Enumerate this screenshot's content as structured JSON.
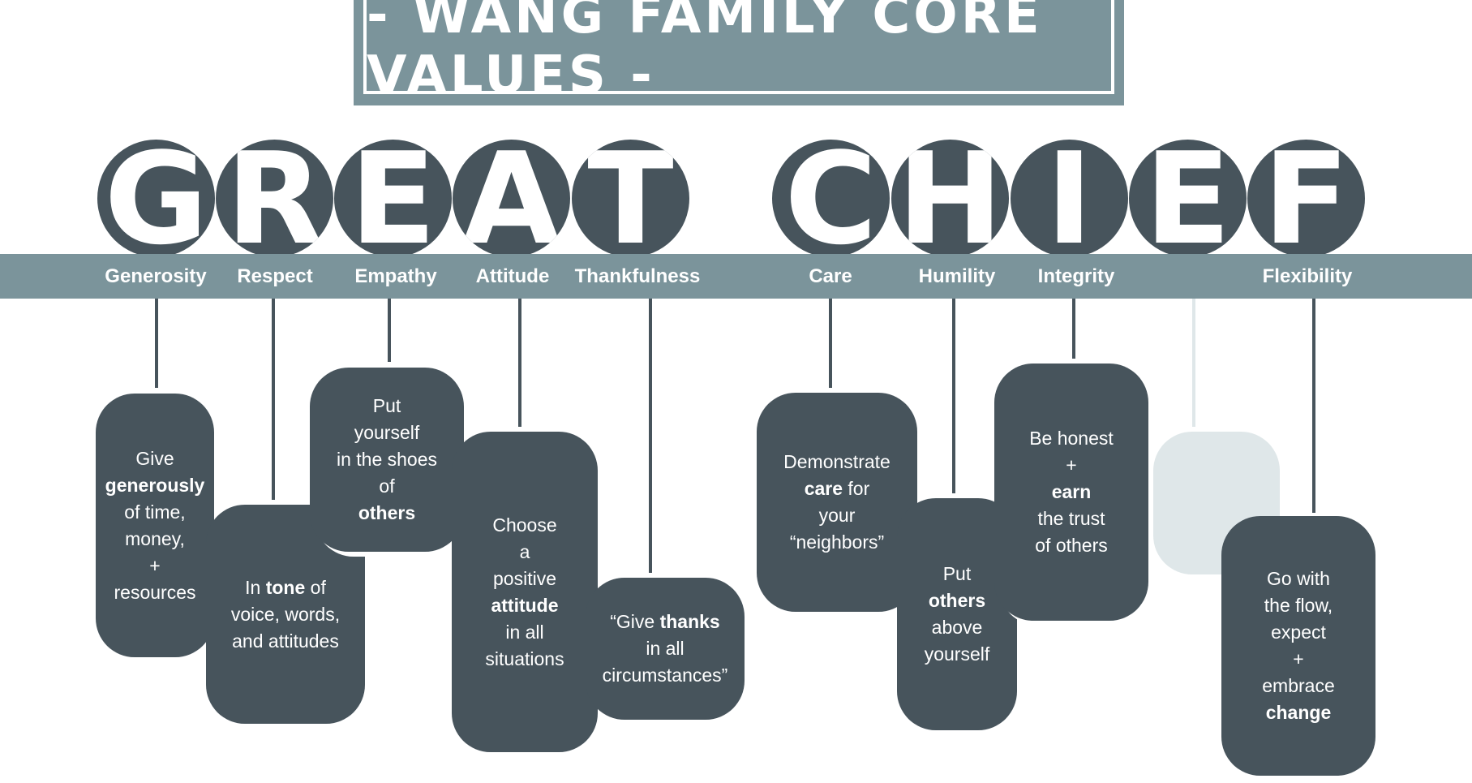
{
  "title": "- WANG FAMILY CORE VALUES -",
  "letters": [
    "G",
    "R",
    "E",
    "A",
    "T",
    "C",
    "H",
    "I",
    "E",
    "F"
  ],
  "values": [
    {
      "label": "Generosity",
      "lines": [
        [
          "Give"
        ],
        [
          "*generously"
        ],
        [
          "of time,"
        ],
        [
          "money,"
        ],
        [
          "+"
        ],
        [
          "resources"
        ]
      ]
    },
    {
      "label": "Respect",
      "lines": [
        [
          "In ",
          "*tone",
          " of"
        ],
        [
          "voice, words,"
        ],
        [
          "and attitudes"
        ]
      ]
    },
    {
      "label": "Empathy",
      "lines": [
        [
          "Put"
        ],
        [
          "yourself"
        ],
        [
          "in the shoes"
        ],
        [
          "of"
        ],
        [
          "*others"
        ]
      ]
    },
    {
      "label": "Attitude",
      "lines": [
        [
          "Choose"
        ],
        [
          "a"
        ],
        [
          "positive"
        ],
        [
          "*attitude"
        ],
        [
          "in all"
        ],
        [
          "situations"
        ]
      ]
    },
    {
      "label": "Thankfulness",
      "lines": [
        [
          "“Give ",
          "*thanks"
        ],
        [
          "in all"
        ],
        [
          "circumstances”"
        ]
      ]
    },
    {
      "label": "Care",
      "lines": [
        [
          "Demonstrate"
        ],
        [
          "*care",
          " for"
        ],
        [
          "your"
        ],
        [
          "“neighbors”"
        ]
      ]
    },
    {
      "label": "Humility",
      "lines": [
        [
          "Put"
        ],
        [
          "*others"
        ],
        [
          "above"
        ],
        [
          "yourself"
        ]
      ]
    },
    {
      "label": "Integrity",
      "lines": [
        [
          "Be honest"
        ],
        [
          "+"
        ],
        [
          "*earn"
        ],
        [
          "the trust"
        ],
        [
          "of others"
        ]
      ]
    },
    {
      "label": "Flexibility",
      "lines": [
        [
          "Go with"
        ],
        [
          "the flow,"
        ],
        [
          "expect"
        ],
        [
          "+"
        ],
        [
          "embrace"
        ],
        [
          "*change"
        ]
      ]
    }
  ],
  "colors": {
    "dark": "#47545c",
    "band": "#7b949b",
    "faint": "#dfe7e9"
  }
}
